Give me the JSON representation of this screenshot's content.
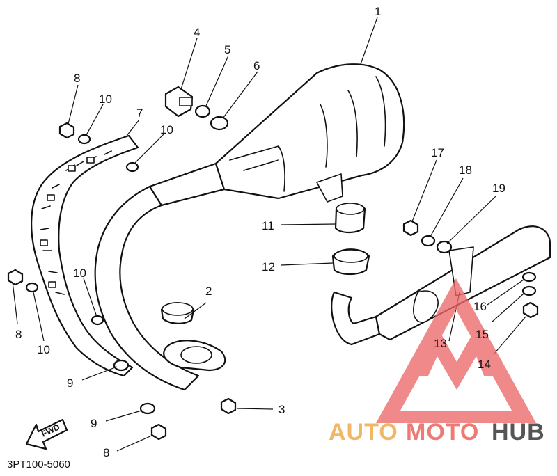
{
  "diagram": {
    "callouts": {
      "c1": "1",
      "c2": "2",
      "c3": "3",
      "c4": "4",
      "c5": "5",
      "c6": "6",
      "c7": "7",
      "c8a": "8",
      "c8b": "8",
      "c8c": "8",
      "c9a": "9",
      "c9b": "9",
      "c10a": "10",
      "c10b": "10",
      "c10c": "10",
      "c10d": "10",
      "c11": "11",
      "c12": "12",
      "c13": "13",
      "c14": "14",
      "c15": "15",
      "c16": "16",
      "c17": "17",
      "c18": "18",
      "c19": "19"
    },
    "part_code": "3PT100-5060",
    "fwd_label": "FWD"
  },
  "watermark": {
    "auto": "AUTO",
    "moto": "MOTO",
    "hub": "HUB",
    "colors": {
      "auto": "#f2b766",
      "moto": "#ee7a73",
      "hub": "#555555",
      "triangle": "#ec6a6a"
    }
  }
}
